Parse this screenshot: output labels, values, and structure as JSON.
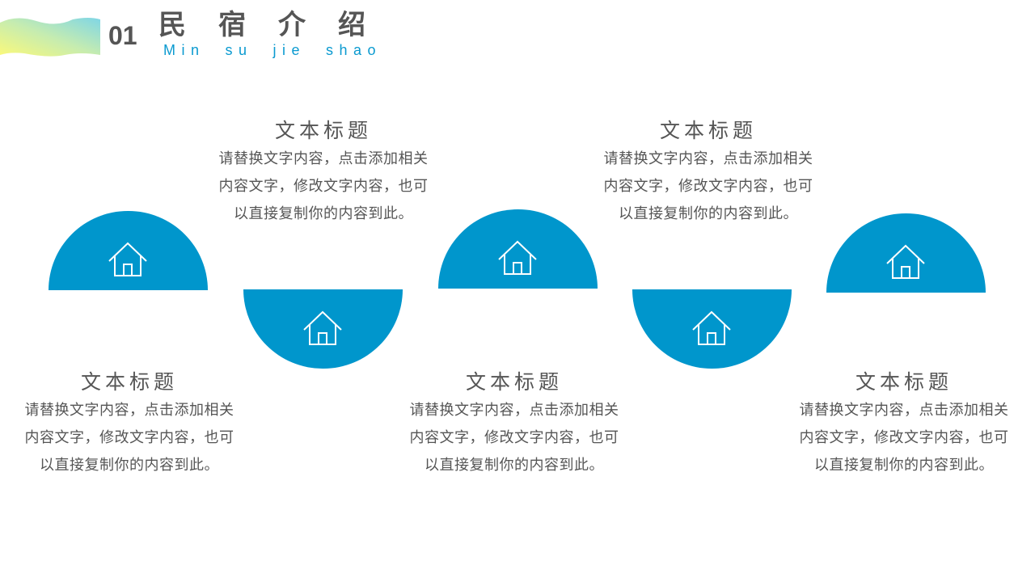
{
  "header": {
    "number": "01",
    "title": "民宿介绍",
    "subtitle": "Min  su  jie  shao"
  },
  "items": [
    {
      "title": "文本标题",
      "body": "请替换文字内容，点击添加相关内容文字，修改文字内容，也可以直接复制你的内容到此。",
      "icon": "house-icon"
    },
    {
      "title": "文本标题",
      "body": "请替换文字内容，点击添加相关内容文字，修改文字内容，也可以直接复制你的内容到此。",
      "icon": "house-icon"
    },
    {
      "title": "文本标题",
      "body": "请替换文字内容，点击添加相关内容文字，修改文字内容，也可以直接复制你的内容到此。",
      "icon": "house-icon"
    },
    {
      "title": "文本标题",
      "body": "请替换文字内容，点击添加相关内容文字，修改文字内容，也可以直接复制你的内容到此。",
      "icon": "house-icon"
    },
    {
      "title": "文本标题",
      "body": "请替换文字内容，点击添加相关内容文字，修改文字内容，也可以直接复制你的内容到此。",
      "icon": "house-icon"
    }
  ],
  "colors": {
    "accent": "#0096cc",
    "text": "#555555",
    "subtitle": "#0a9ad0"
  }
}
